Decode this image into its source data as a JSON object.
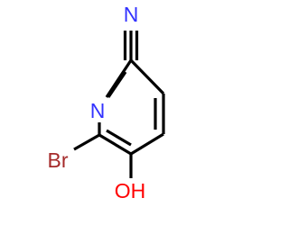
{
  "molecule": {
    "atoms": {
      "nitrile_n": {
        "label": "N",
        "color": "#3333ff"
      },
      "ring_n": {
        "label": "N",
        "color": "#3333ff"
      },
      "bromine": {
        "label": "Br",
        "color": "#a52a2a"
      },
      "hydroxyl": {
        "label": "OH",
        "color": "#ff0000"
      }
    },
    "bond_color": "#000000"
  }
}
